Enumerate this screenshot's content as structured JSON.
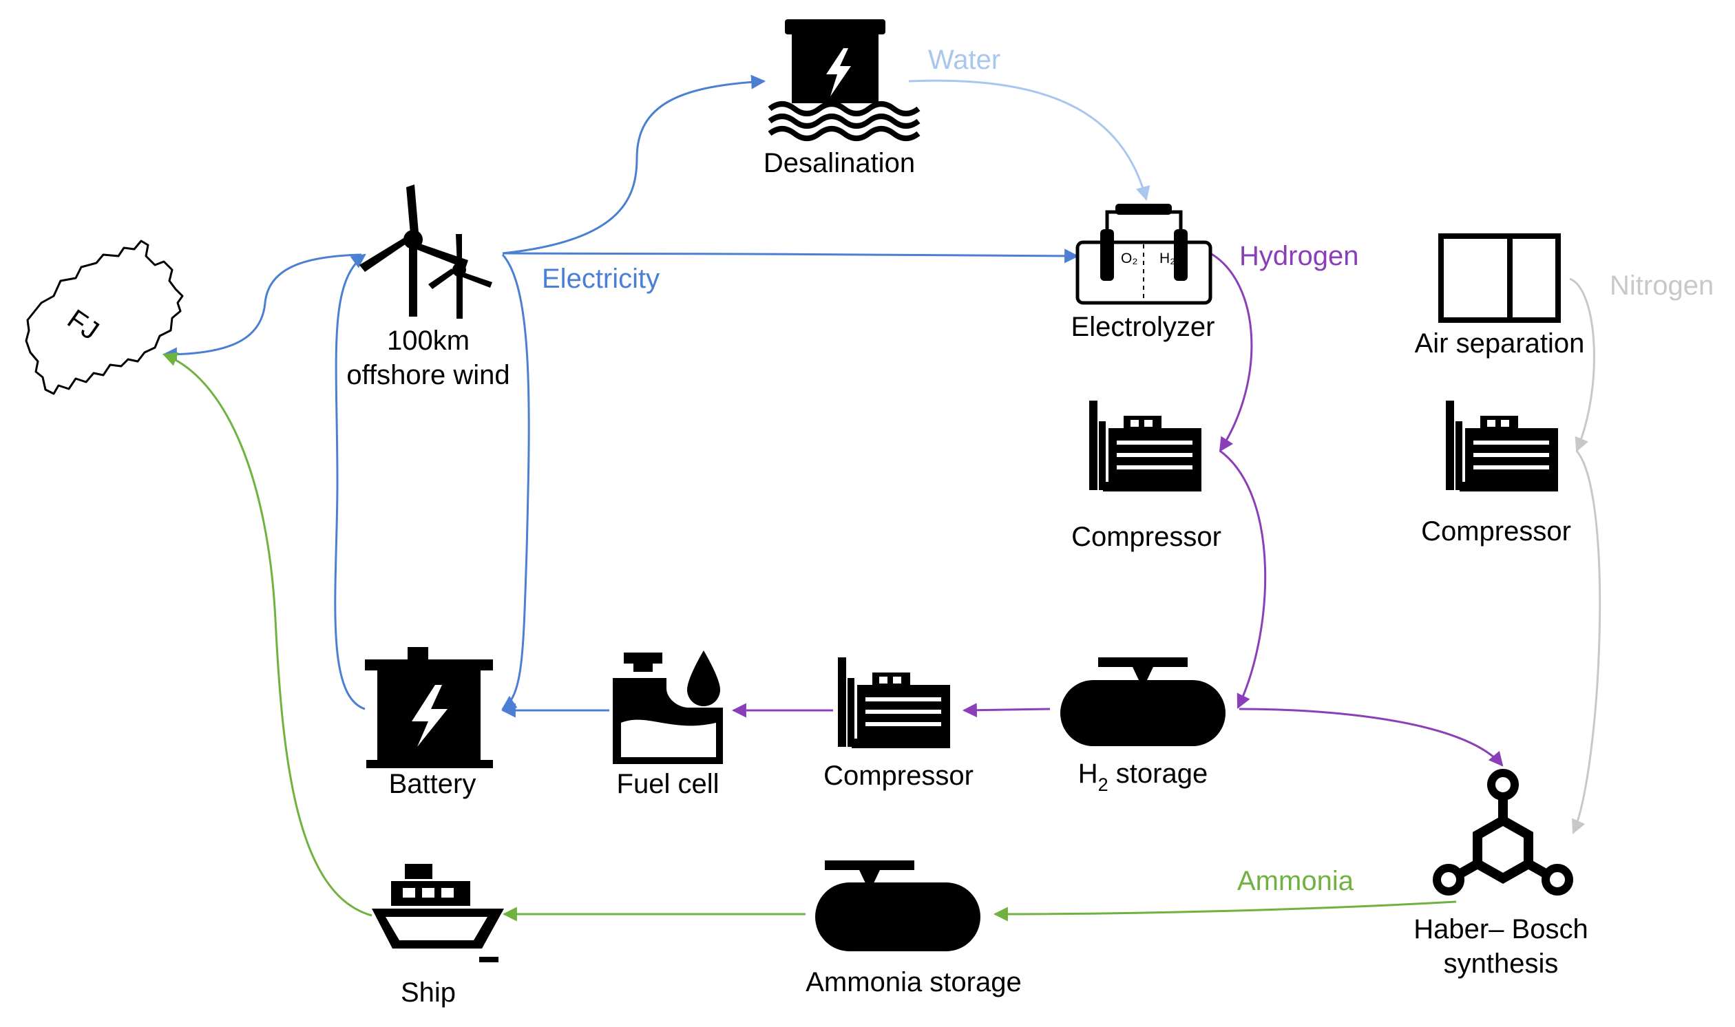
{
  "colors": {
    "electricity": "#4A7FD4",
    "water": "#A9C6EE",
    "hydrogen": "#8A3FB8",
    "nitrogen": "#C8C8C8",
    "ammonia": "#6FB23F",
    "icon": "#000000"
  },
  "flows": {
    "water": "Water",
    "electricity": "Electricity",
    "hydrogen": "Hydrogen",
    "nitrogen": "Nitrogen",
    "ammonia": "Ammonia"
  },
  "nodes": {
    "region": "FJ",
    "desalination": "Desalination",
    "wind_line1": "100km",
    "wind_line2": "offshore wind",
    "electrolyzer": "Electrolyzer",
    "electrolyzer_o2": "O₂",
    "electrolyzer_h2": "H₂",
    "air_separation": "Air separation",
    "compressor_h2": "Compressor",
    "compressor_n2": "Compressor",
    "compressor_fc": "Compressor",
    "h2_storage_main": "H",
    "h2_storage_sub": "2",
    "h2_storage_tail": " storage",
    "fuel_cell": "Fuel cell",
    "battery": "Battery",
    "haber_line1": "Haber– Bosch",
    "haber_line2": "synthesis",
    "ammonia_storage": "Ammonia storage",
    "ship": "Ship"
  },
  "icons": [
    "fj-map-icon",
    "wind-turbine-icon",
    "desalination-icon",
    "electrolyzer-icon",
    "air-separation-icon",
    "compressor-icon",
    "storage-tank-icon",
    "fuel-cell-icon",
    "battery-icon",
    "molecule-icon",
    "ship-icon"
  ]
}
